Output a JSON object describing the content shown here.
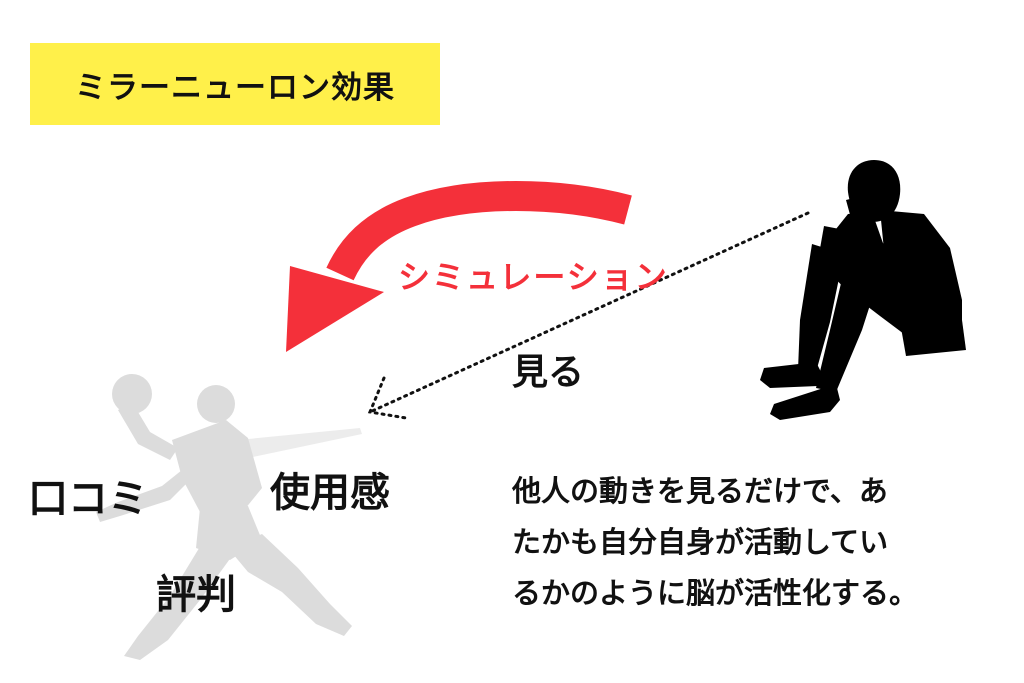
{
  "title": "ミラーニューロン効果",
  "arrow_label": "シミュレーション",
  "see_label": "見る",
  "observer_words": [
    "口コミ",
    "使用感",
    "評判"
  ],
  "description": [
    "他人の動きを見るだけで、あ",
    "たかも自分自身が活動してい",
    "るかのように脳が活性化する。"
  ],
  "colors": {
    "title_background": "#FFF04A",
    "arrow": "#F4303A",
    "silhouette_dark": "#000000",
    "silhouette_light": "#DCDCDC"
  },
  "icons": {
    "observer": "sitting-person-silhouette-icon",
    "actor": "throwing-athlete-silhouette-icon"
  }
}
